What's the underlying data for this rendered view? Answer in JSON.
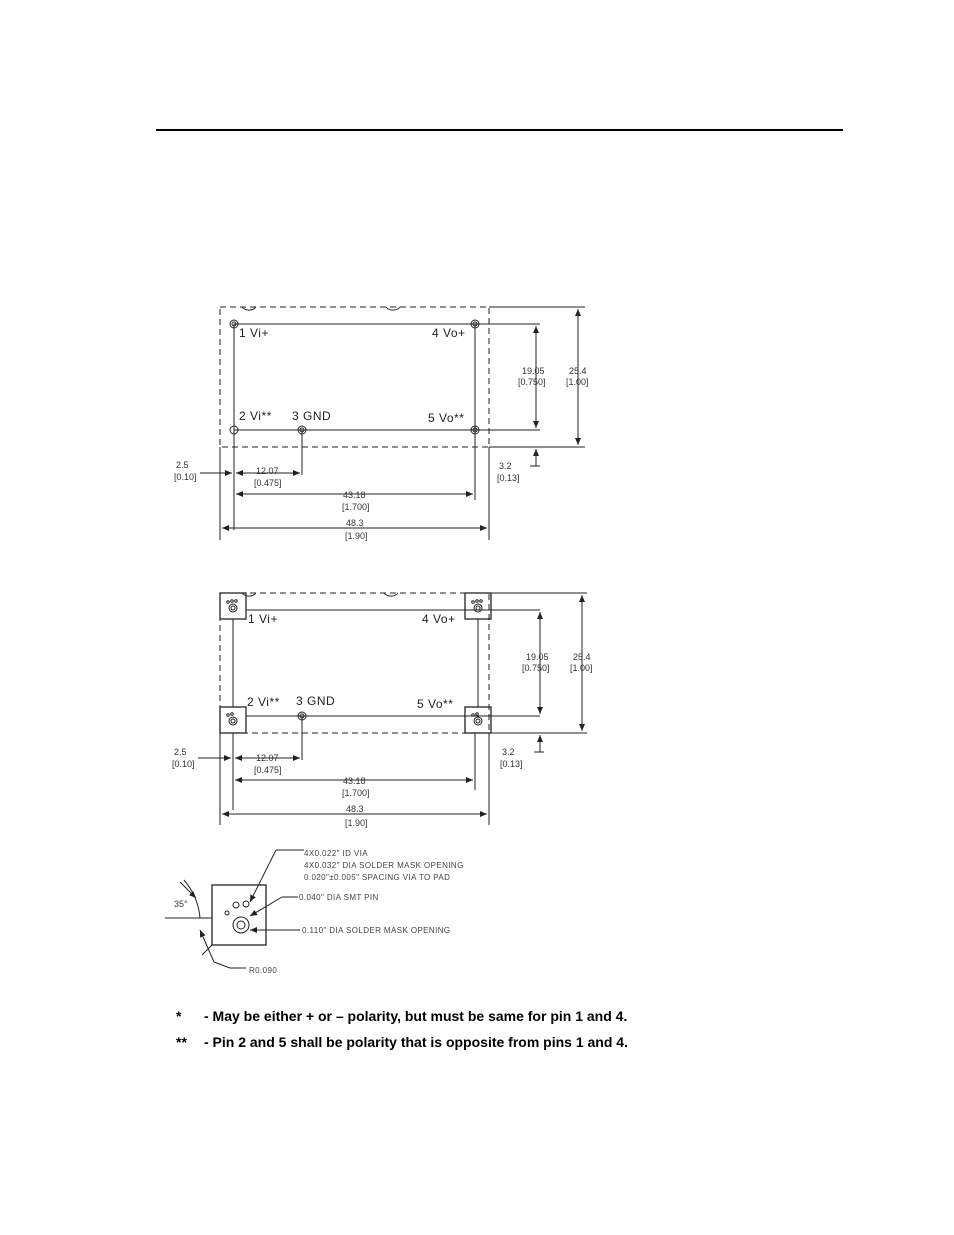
{
  "top_view": {
    "pins": {
      "p1": "1 Vi+",
      "p4": "4 Vo+",
      "p2": "2 Vi**",
      "p3": "3 GND",
      "p5": "5 Vo**"
    },
    "dims": {
      "d1905": "19.05",
      "d1905_in": "[0.750]",
      "d254": "25.4",
      "d254_in": "[1.00]",
      "d25": "2.5",
      "d25_in": "[0.10]",
      "d32": "3.2",
      "d32_in": "[0.13]",
      "d1207": "12.07",
      "d1207_in": "[0.475]",
      "d4318": "43.18",
      "d4318_in": "[1.700]",
      "d483": "48.3",
      "d483_in": "[1.90]"
    }
  },
  "bottom_view": {
    "pins": {
      "p1": "1 Vi+",
      "p4": "4 Vo+",
      "p2": "2 Vi**",
      "p3": "3 GND",
      "p5": "5 Vo**"
    },
    "dims": {
      "d1905": "19.05",
      "d1905_in": "[0.750]",
      "d254": "25.4",
      "d254_in": "[1.00]",
      "d25": "2.5",
      "d25_in": "[0.10]",
      "d32": "3.2",
      "d32_in": "[0.13]",
      "d1207": "12.07",
      "d1207_in": "[0.475]",
      "d4318": "43.18",
      "d4318_in": "[1.700]",
      "d483": "48.3",
      "d483_in": "[1.90]"
    }
  },
  "pad_detail": {
    "angle": "35°",
    "via_line1": "4X0.022\" ID VIA",
    "via_line2": "4X0.032\" DIA SOLDER MASK OPENING",
    "via_line3": "0.020\"±0.005\" SPACING VIA TO PAD",
    "smt_pin": "0.040\" DIA SMT PIN",
    "mask_opening": "0.110\" DIA SOLDER MASK OPENING",
    "radius": "R0.090"
  },
  "notes": [
    {
      "mark": "*",
      "text": "- May be either + or – polarity, but must be same for pin 1 and 4."
    },
    {
      "mark": "**",
      "text": "- Pin 2 and 5 shall be polarity that is opposite from pins 1 and 4."
    }
  ]
}
